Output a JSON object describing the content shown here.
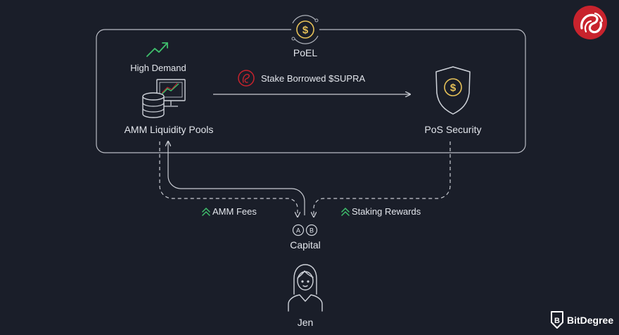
{
  "diagram": {
    "box_title": "PoEL",
    "high_demand_label": "High Demand",
    "amm_pools_label": "AMM Liquidity Pools",
    "stake_label": "Stake Borrowed $SUPRA",
    "pos_label": "PoS Security",
    "amm_fees_label": "AMM Fees",
    "staking_rewards_label": "Staking Rewards",
    "capital_label": "Capital",
    "token_a": "A",
    "token_b": "B",
    "user_name": "Jen"
  },
  "brand": {
    "name": "BitDegree",
    "supra_color": "#c8232d",
    "accent_green": "#3fbf6c",
    "coin_gold": "#e6c158"
  },
  "icons": [
    "supra-logo-icon",
    "dollar-coin-icon",
    "trend-up-icon",
    "database-monitor-icon",
    "supra-token-icon",
    "shield-dollar-icon",
    "double-chevron-up-icon",
    "user-avatar-icon",
    "bitdegree-logo-icon"
  ]
}
